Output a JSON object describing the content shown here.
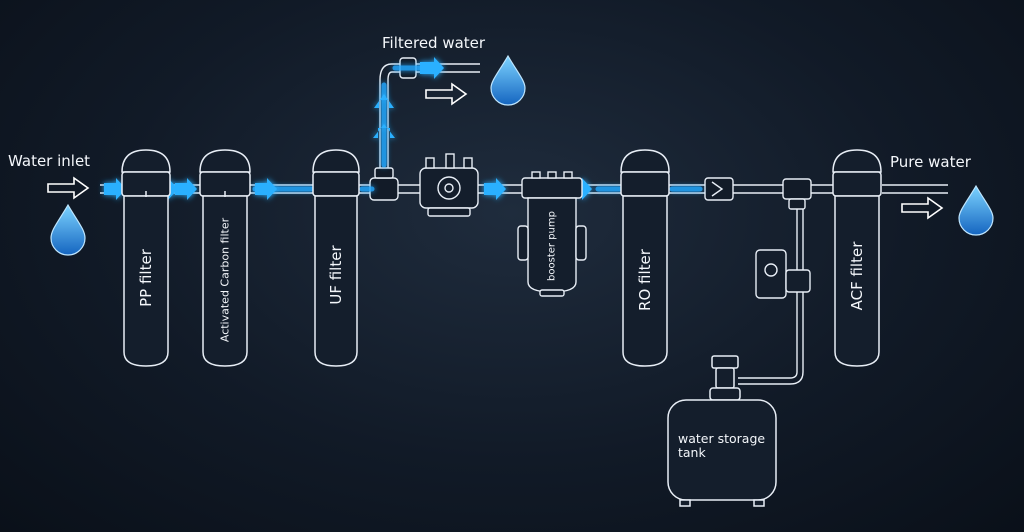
{
  "labels": {
    "water_inlet": "Water inlet",
    "filtered_water": "Filtered water",
    "pure_water": "Pure water"
  },
  "components": {
    "pp_filter": "PP filter",
    "activated_carbon_filter": "Activated Carbon filter",
    "uf_filter": "UF filter",
    "booster_pump": "booster pump",
    "ro_filter": "RO filter",
    "acf_filter": "ACF filter",
    "water_storage_tank": "water storage tank"
  },
  "colors": {
    "background": "#111a27",
    "outline": "#e8eef6",
    "flow_glow": "#22a8ff",
    "water_drop": "#1e88e5"
  },
  "icons": {
    "drop": "water-drop-icon",
    "flow_arrow": "flow-arrow-icon",
    "direction_arrow": "direction-arrow-icon"
  }
}
